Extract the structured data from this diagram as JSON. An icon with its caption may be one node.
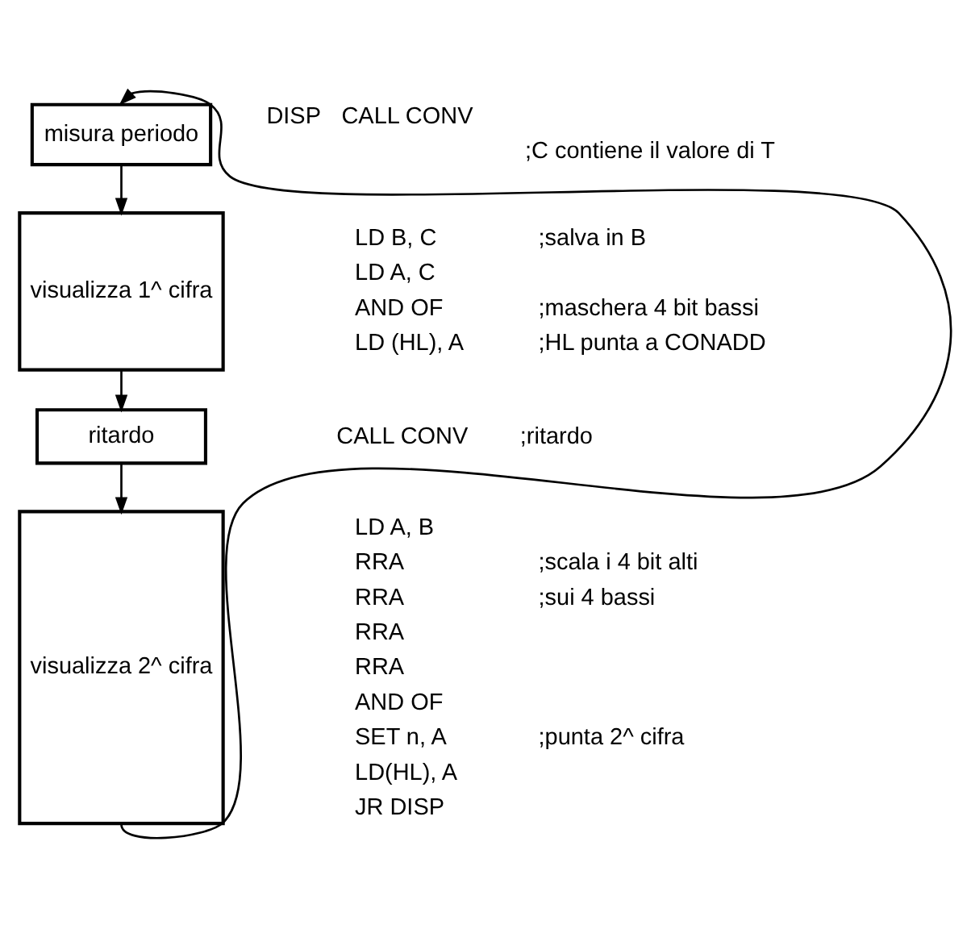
{
  "diagram": {
    "nodes": [
      {
        "text": [
          "misura periodo"
        ]
      },
      {
        "text": [
          "visualizza 1^ cifra"
        ]
      },
      {
        "text": [
          "ritardo"
        ]
      },
      {
        "text": [
          "visualizza 2^ cifra"
        ]
      }
    ],
    "edges": [
      {
        "from": 0,
        "to": 1,
        "arrow": "to"
      },
      {
        "from": 1,
        "to": 2,
        "arrow": "to"
      },
      {
        "from": 2,
        "to": 3,
        "arrow": "to"
      },
      {
        "from": 3,
        "to": 0,
        "arrow": "to"
      }
    ],
    "labels": [
      "DISP",
      "CALL CONV",
      ";C contiene il valore di T",
      "LD B, C",
      ";salva in B",
      "LD A, C",
      "AND OF",
      ";maschera 4 bit bassi",
      "LD (HL), A",
      ";HL punta a CONADD",
      "CALL CONV",
      ";ritardo",
      "LD A, B",
      "RRA",
      ";scala i 4 bit alti",
      "RRA",
      ";sui 4 bassi",
      "RRA",
      "RRA",
      "AND OF",
      "SET n, A",
      ";punta 2^ cifra",
      "LD(HL), A",
      "JR DISP"
    ]
  }
}
